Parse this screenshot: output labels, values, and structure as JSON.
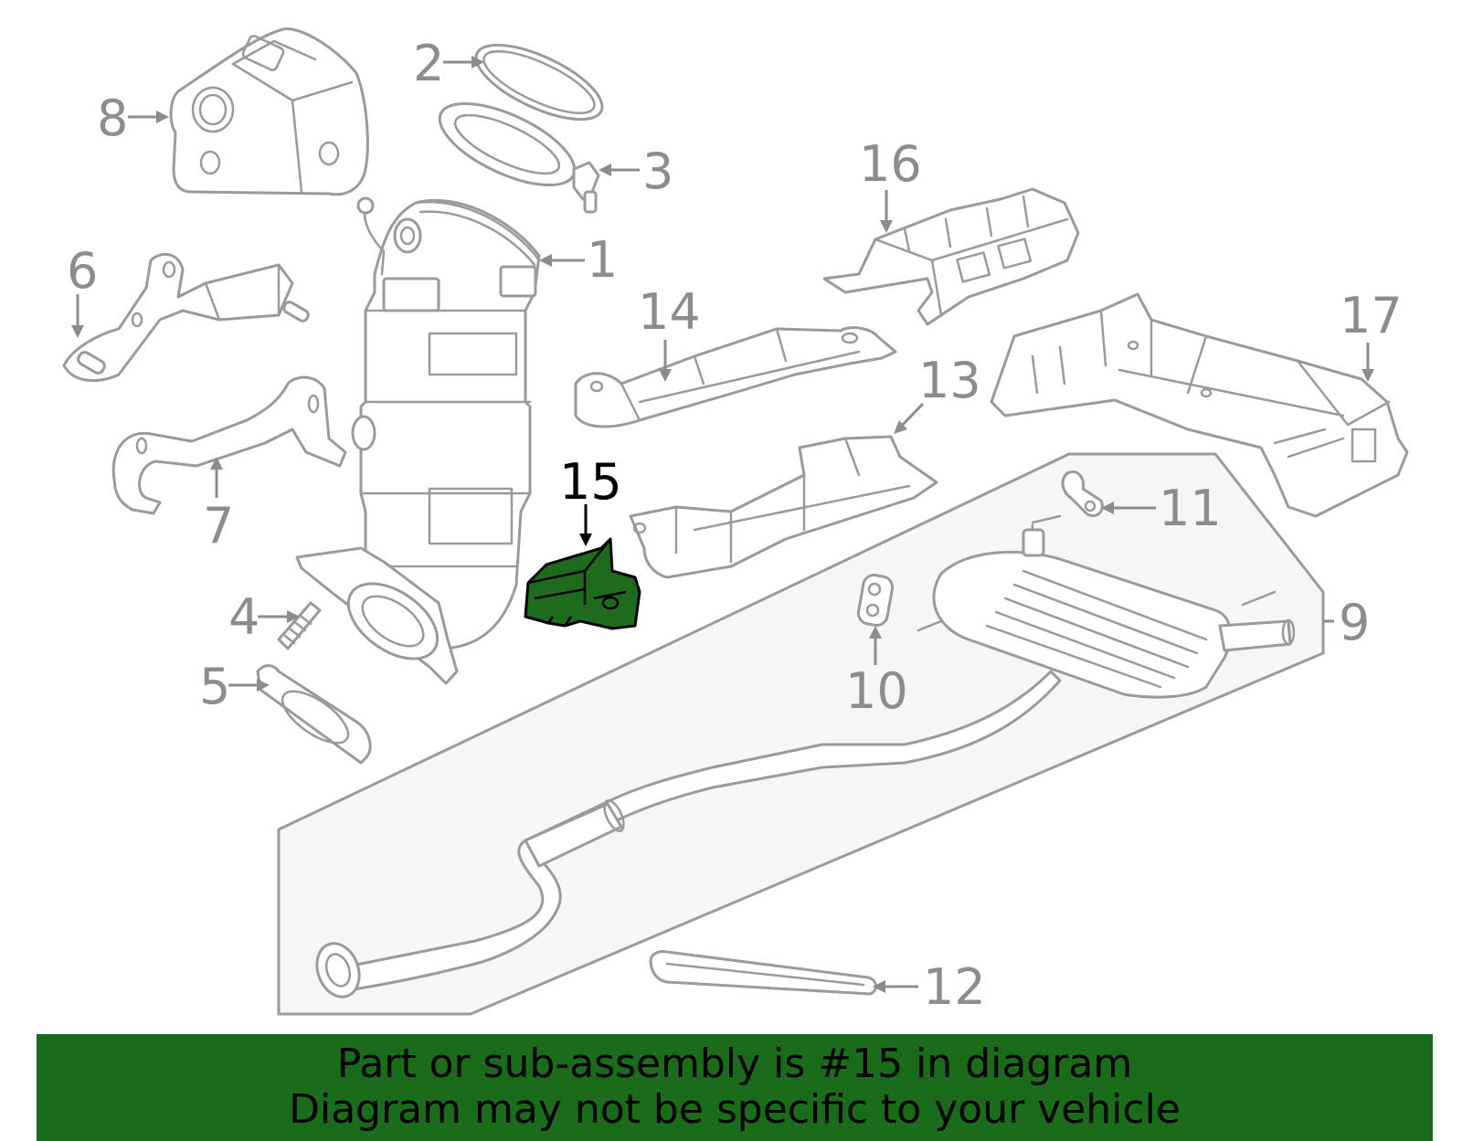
{
  "callouts": {
    "c1": "1",
    "c2": "2",
    "c3": "3",
    "c4": "4",
    "c5": "5",
    "c6": "6",
    "c7": "7",
    "c8": "8",
    "c9": "9",
    "c10": "10",
    "c11": "11",
    "c12": "12",
    "c13": "13",
    "c14": "14",
    "c15": "15",
    "c16": "16",
    "c17": "17"
  },
  "highlighted_part": "15",
  "banner": {
    "line1": "Part or sub-assembly is #15 in diagram",
    "line2": "Diagram may not be specific to your vehicle"
  },
  "colors": {
    "highlight": "#1e6b1e",
    "banner": "#1a6b1a",
    "line": "#9a9a9a",
    "exhaust_panel": "#f6f6f6"
  }
}
